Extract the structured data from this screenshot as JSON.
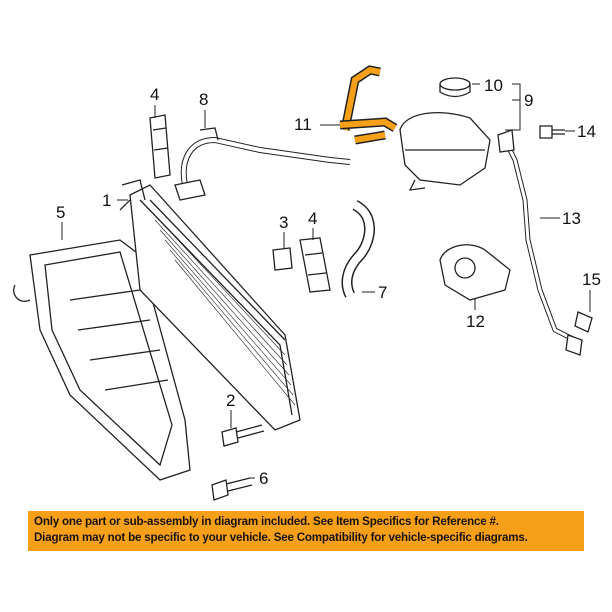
{
  "diagram": {
    "callouts": [
      "1",
      "2",
      "3",
      "4",
      "4",
      "5",
      "6",
      "7",
      "8",
      "9",
      "10",
      "11",
      "12",
      "13",
      "14",
      "15"
    ],
    "highlight_color": "#f6a01a",
    "highlighted_part": "11"
  },
  "banner": {
    "line1": "Only one part or sub-assembly in diagram included. See Item Specifics for Reference #.",
    "line2": "Diagram may not be specific to your vehicle. See Compatibility for vehicle-specific diagrams.",
    "color": "#f6a01a"
  }
}
